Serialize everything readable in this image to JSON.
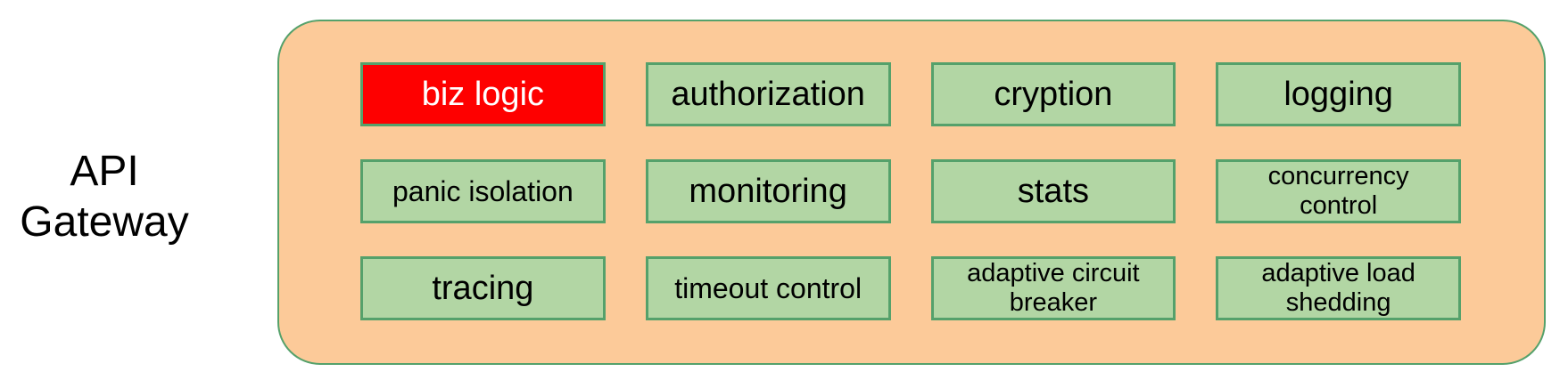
{
  "gateway": {
    "title": "API\nGateway"
  },
  "container": {
    "fill_color": "#fcca99",
    "border_color": "#55a16b"
  },
  "module_style": {
    "fill_color": "#b2d6a4",
    "border_color": "#55a16b",
    "text_color": "#000000",
    "highlight_fill_color": "#fe0000",
    "highlight_text_color": "#ffffff"
  },
  "modules": [
    {
      "label": "biz logic",
      "highlight": true
    },
    {
      "label": "authorization",
      "highlight": false
    },
    {
      "label": "cryption",
      "highlight": false
    },
    {
      "label": "logging",
      "highlight": false
    },
    {
      "label": "panic isolation",
      "highlight": false
    },
    {
      "label": "monitoring",
      "highlight": false
    },
    {
      "label": "stats",
      "highlight": false
    },
    {
      "label": "concurrency\ncontrol",
      "highlight": false
    },
    {
      "label": "tracing",
      "highlight": false
    },
    {
      "label": "timeout control",
      "highlight": false
    },
    {
      "label": "adaptive circuit\nbreaker",
      "highlight": false
    },
    {
      "label": "adaptive load\nshedding",
      "highlight": false
    }
  ]
}
